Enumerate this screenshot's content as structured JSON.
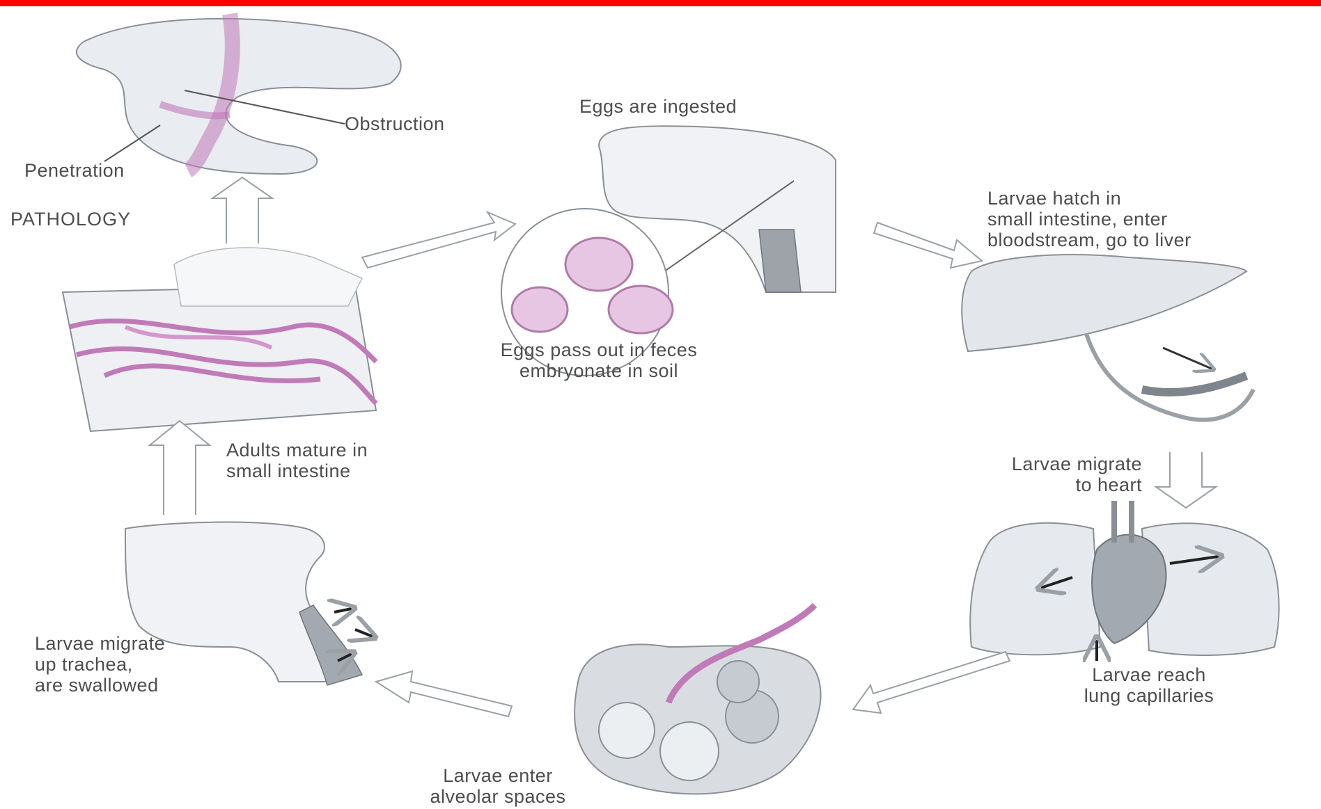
{
  "theme": {
    "accent_bar": "#ff0000",
    "worm": "#c07ab8",
    "organ_fill": "#e9ecf0",
    "outline": "#8a8f96"
  },
  "labels": {
    "obstruction": "Obstruction",
    "penetration": "Penetration",
    "pathology": "PATHOLOGY",
    "eggs_ingested": "Eggs are ingested",
    "eggs_pass": "Eggs pass out in feces\nembryonate in soil",
    "larvae_hatch": "Larvae hatch in\nsmall intestine, enter\nbloodstream, go to liver",
    "adults_mature": "Adults mature in\nsmall intestine",
    "larvae_heart": "Larvae migrate\nto heart",
    "larvae_trachea": "Larvae migrate\nup trachea,\nare swallowed",
    "larvae_lung": "Larvae reach\nlung capillaries",
    "larvae_alveolar": "Larvae enter\nalveolar spaces"
  },
  "icons": [
    "pathology-intestine-illustration",
    "head-ingestion-illustration",
    "eggs-magnified-illustration",
    "liver-illustration",
    "intestine-worms-illustration",
    "lungs-heart-illustration",
    "alveoli-illustration",
    "head-trachea-illustration",
    "cycle-arrow-icon"
  ]
}
